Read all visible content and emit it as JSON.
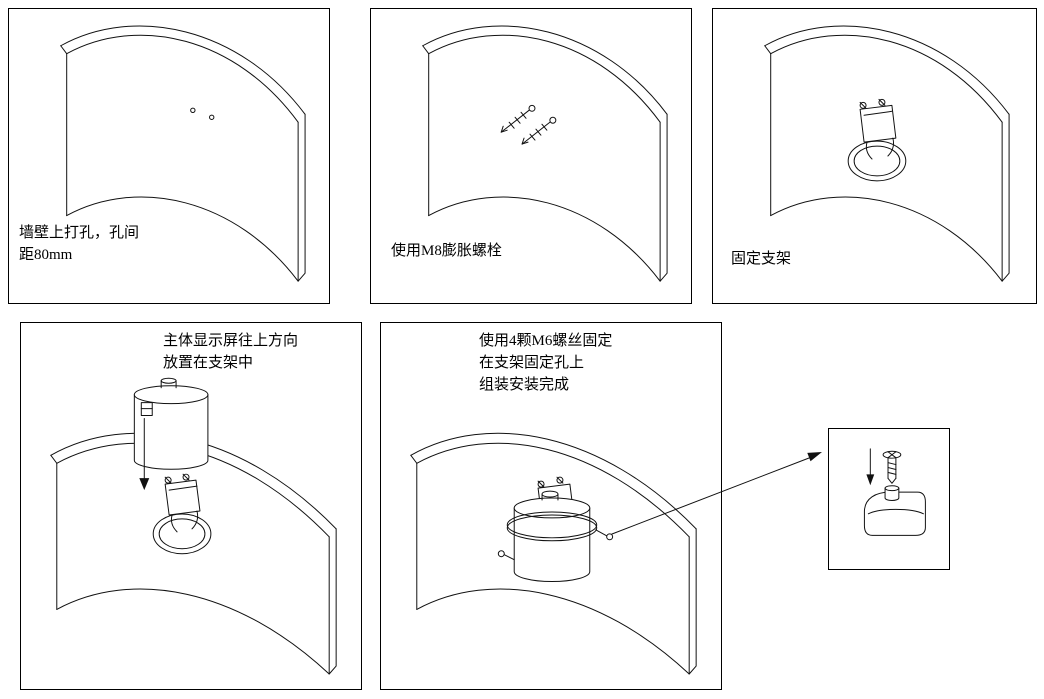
{
  "diagram": {
    "panels": [
      {
        "name": "step-1",
        "drawing": "wall-with-drill-holes",
        "caption_lines": [
          "墙壁上打孔，孔间",
          "距80mm"
        ]
      },
      {
        "name": "step-2",
        "drawing": "wall-with-expansion-bolts",
        "caption_lines": [
          "使用M8膨胀螺栓"
        ]
      },
      {
        "name": "step-3",
        "drawing": "wall-with-mounted-bracket",
        "caption_lines": [
          "固定支架"
        ]
      },
      {
        "name": "step-4",
        "drawing": "unit-inserted-into-bracket",
        "caption_lines": [
          "主体显示屏往上方向",
          "放置在支架中"
        ]
      },
      {
        "name": "step-5",
        "drawing": "unit-secured-with-screws",
        "caption_lines": [
          "使用4颗M6螺丝固定",
          "在支架固定孔上",
          "组装安装完成"
        ]
      },
      {
        "name": "detail-callout",
        "drawing": "screw-fastening-detail",
        "caption_lines": []
      }
    ]
  }
}
